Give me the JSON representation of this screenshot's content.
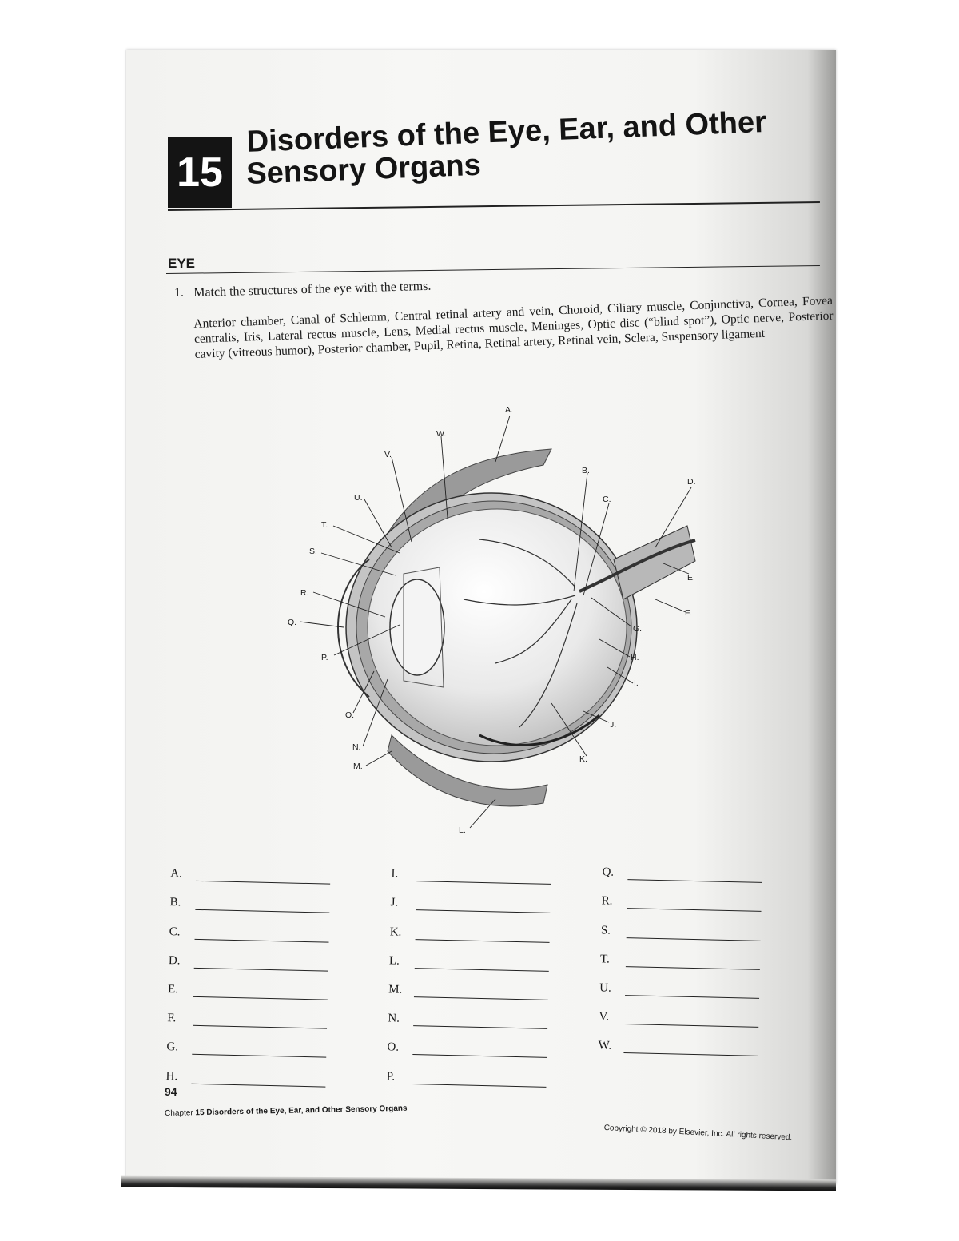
{
  "chapter": {
    "number": "15",
    "title_line1": "Disorders of the Eye, Ear, and Other",
    "title_line2": "Sensory Organs"
  },
  "section": {
    "heading": "EYE"
  },
  "question": {
    "number": "1.",
    "prompt": "Match the structures of the eye with the terms.",
    "terms": "Anterior chamber, Canal of Schlemm, Central retinal artery and vein, Choroid, Ciliary muscle, Conjunctiva, Cornea, Fovea centralis, Iris, Lateral rectus muscle, Lens, Medial rectus muscle, Meninges, Optic disc (“blind spot”), Optic nerve, Posterior cavity (vitreous humor), Posterior chamber, Pupil, Retina, Retinal artery, Retinal vein, Sclera, Suspensory ligament"
  },
  "diagram_labels": {
    "A": "A.",
    "B": "B.",
    "C": "C.",
    "D": "D.",
    "E": "E.",
    "F": "F.",
    "G": "G.",
    "H": "H.",
    "I": "I.",
    "J": "J.",
    "K": "K.",
    "L": "L.",
    "M": "M.",
    "N": "N.",
    "O": "O.",
    "P": "P.",
    "Q": "Q.",
    "R": "R.",
    "S": "S.",
    "T": "T.",
    "U": "U.",
    "V": "V.",
    "W": "W."
  },
  "answers": {
    "col1": [
      "A.",
      "B.",
      "C.",
      "D.",
      "E.",
      "F.",
      "G.",
      "H."
    ],
    "col2": [
      "I.",
      "J.",
      "K.",
      "L.",
      "M.",
      "N.",
      "O.",
      "P."
    ],
    "col3": [
      "Q.",
      "R.",
      "S.",
      "T.",
      "U.",
      "V.",
      "W."
    ]
  },
  "footer": {
    "page_number": "94",
    "chapter_word": "Chapter",
    "chapter_num": "15",
    "chapter_title": "Disorders of the Eye, Ear, and Other Sensory Organs",
    "copyright": "Copyright © 2018 by Elsevier, Inc. All rights reserved."
  }
}
